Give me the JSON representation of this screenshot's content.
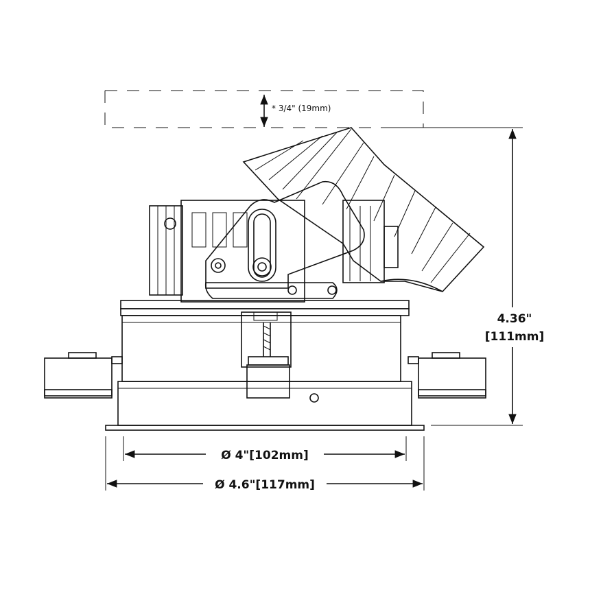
{
  "dimensions": {
    "clearance_label": "* 3/4\" (19mm)",
    "height_label_line1": "4.36\"",
    "height_label_line2": "[111mm]",
    "inner_diameter_label": "Ø 4\"[102mm]",
    "outer_diameter_label": "Ø 4.6\"[117mm]"
  },
  "colors": {
    "line": "#111111",
    "background": "#ffffff"
  }
}
